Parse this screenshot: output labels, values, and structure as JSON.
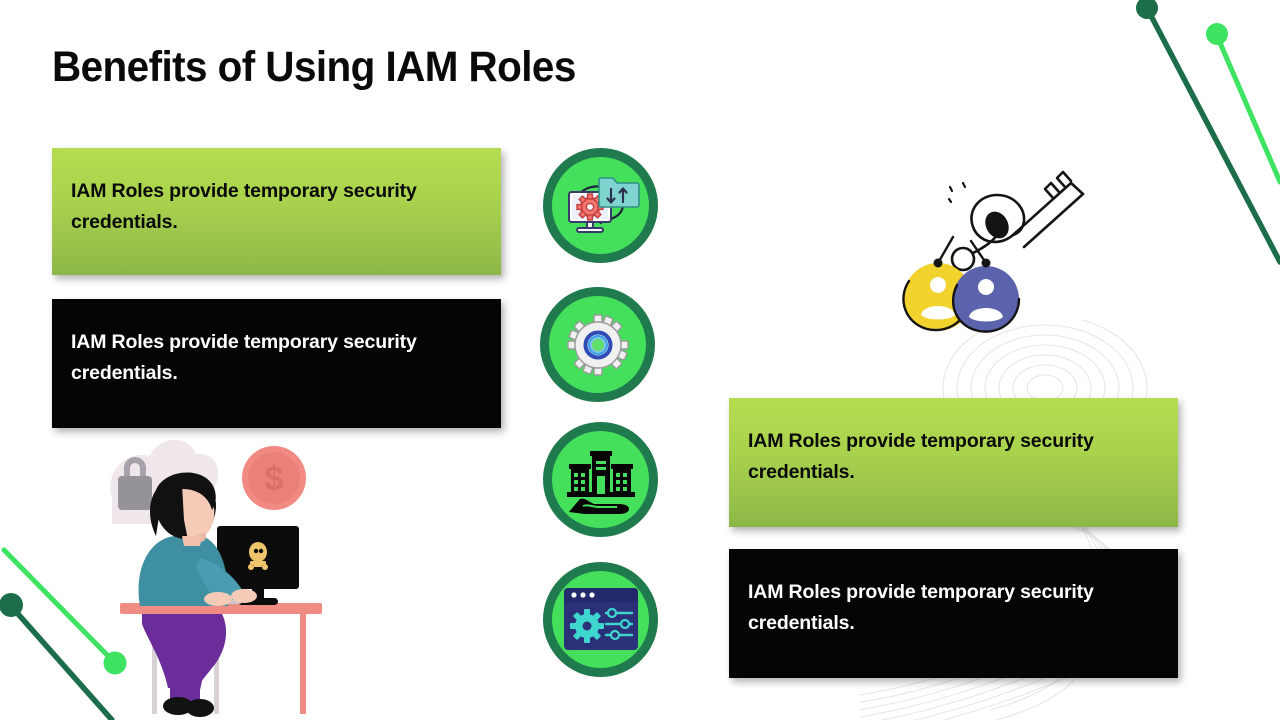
{
  "slide": {
    "title": "Benefits of Using IAM Roles",
    "background_color": "#ffffff"
  },
  "theme": {
    "green_light": "#b6dc51",
    "green_dark": "#8bb747",
    "black": "#050505",
    "ring_green_dark": "#1f7a4d",
    "circle_green": "#44e05c",
    "text_dark": "#0a0a0a",
    "text_light": "#ffffff"
  },
  "cards": [
    {
      "id": "card-1",
      "style": "green",
      "text": "IAM Roles provide temporary security credentials."
    },
    {
      "id": "card-2",
      "style": "black",
      "text": "IAM Roles provide temporary security credentials."
    },
    {
      "id": "card-3",
      "style": "green",
      "text": "IAM Roles provide temporary security credentials."
    },
    {
      "id": "card-4",
      "style": "black",
      "text": "IAM Roles provide temporary security credentials."
    }
  ],
  "icons": [
    {
      "id": "icon-1",
      "name": "monitor-sync-folder-icon"
    },
    {
      "id": "icon-2",
      "name": "gear-icon"
    },
    {
      "id": "icon-3",
      "name": "buildings-in-hand-icon"
    },
    {
      "id": "icon-4",
      "name": "browser-settings-sliders-icon"
    }
  ],
  "illustrations": [
    {
      "id": "illustration-desk",
      "name": "person-at-desk-with-skull-monitor-illustration"
    },
    {
      "id": "illustration-key",
      "name": "key-with-user-fobs-illustration"
    }
  ],
  "decorations": [
    {
      "name": "pin-line-top-right-dark-green",
      "color": "#1f7a4d"
    },
    {
      "name": "pin-line-top-right-bright-green",
      "color": "#3ee362"
    },
    {
      "name": "pin-line-bottom-left-bright-green",
      "color": "#3ee362"
    },
    {
      "name": "pin-line-bottom-left-dark-green",
      "color": "#1f6b47"
    },
    {
      "name": "topographic-contour-pattern",
      "color": "#e9e9e9"
    }
  ]
}
